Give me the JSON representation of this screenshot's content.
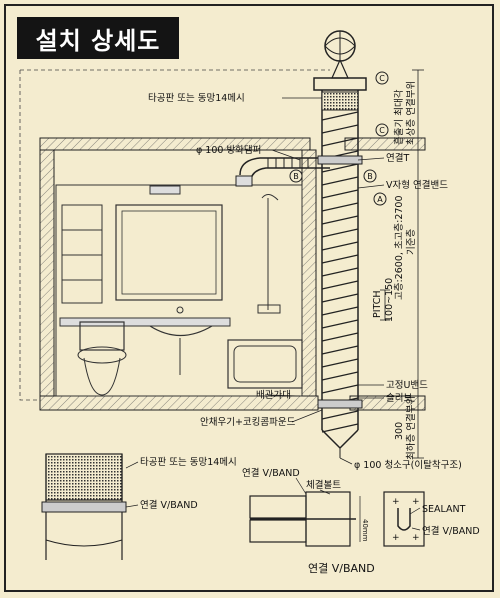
{
  "title": "설치 상세도",
  "labels": {
    "perforated_plate_top": "타공판 또는 동망14메시",
    "fire_damper": "φ 100 방화댐퍼",
    "connection_t": "연결T",
    "v_band": "V자형 연결밴드",
    "piping_support": "배관가대",
    "fixed_u_band": "고정U밴드",
    "sleeve": "슬리브",
    "rain_guard": "안채우기+코킹콤파운드",
    "cleanout": "φ 100 청소구(이탈착구조)",
    "perforated_plate_detail": "타공판 또는 동망14메시",
    "connection_vband_left": "연결 V/BAND",
    "connection_vband_mid": "연결 V/BAND",
    "bolt": "체결볼트",
    "sealant": "SEALANT",
    "connection_vband_right": "연결 V/BAND",
    "bottom_caption": "연결 V/BAND"
  },
  "vertical_labels": {
    "top_height_1": "흡출기 최대각",
    "top_height_2": "최상층 연결부위",
    "main_height_1": "고층:2600, 초고층:2700",
    "main_height_2": "기준층",
    "pitch_1": "PITCH",
    "pitch_2": "100~150",
    "bottom_1": "최하층 연결부위",
    "dim_300": "300",
    "dim_40mm": "40mm"
  },
  "markers": {
    "c": "C",
    "b": "B",
    "a": "A"
  }
}
